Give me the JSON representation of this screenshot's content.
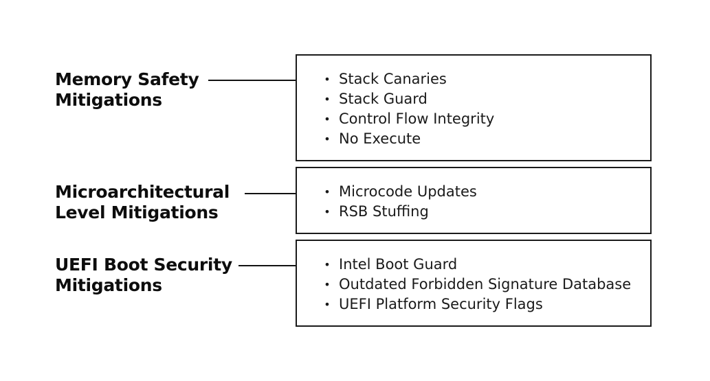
{
  "groups": [
    {
      "title_lines": [
        "Memory Safety",
        "Mitigations"
      ],
      "items": [
        "Stack Canaries",
        "Stack Guard",
        "Control Flow Integrity",
        "No Execute"
      ]
    },
    {
      "title_lines": [
        "Microarchitectural",
        "Level Mitigations"
      ],
      "items": [
        "Microcode Updates",
        "RSB Stuffing"
      ]
    },
    {
      "title_lines": [
        "UEFI Boot Security",
        "Mitigations"
      ],
      "items": [
        "Intel Boot Guard",
        "Outdated Forbidden Signature Database",
        "UEFI Platform Security Flags"
      ]
    }
  ],
  "bullet_glyph": "•",
  "colors": {
    "text": "#0d0d0d",
    "border": "#1a1a1a",
    "background": "#ffffff"
  }
}
